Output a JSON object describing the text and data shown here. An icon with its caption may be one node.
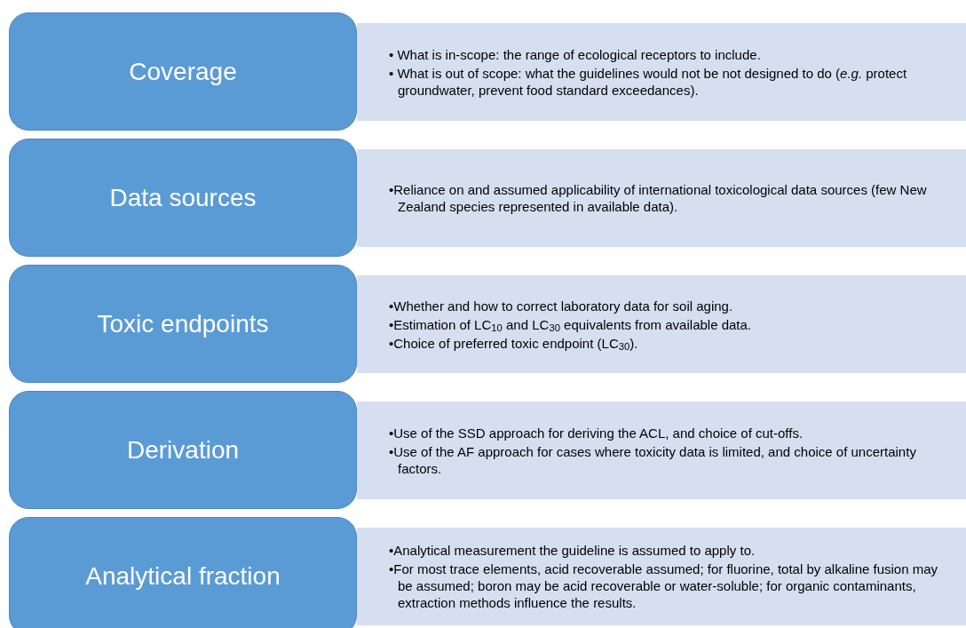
{
  "diagram": {
    "nodes": [
      {
        "text": [
          "Coverage"
        ]
      },
      {
        "text": [
          "• What is in-scope: the range of ecological receptors to include.",
          "• What is out of scope: what the guidelines would not be not designed to do (*e.g.* protect groundwater, prevent food standard exceedances)."
        ]
      },
      {
        "text": [
          "Data sources"
        ]
      },
      {
        "text": [
          "•Reliance on and assumed applicability of international toxicological data sources (few New Zealand species represented in available data)."
        ]
      },
      {
        "text": [
          "Toxic endpoints"
        ]
      },
      {
        "text": [
          "•Whether and how to correct laboratory data for soil aging.",
          "•Estimation of LC$_{10}$ and LC$_{30}$ equivalents from available data.",
          "•Choice of preferred toxic endpoint (LC$_{30}$)."
        ]
      },
      {
        "text": [
          "Derivation"
        ]
      },
      {
        "text": [
          "•Use of the SSD approach for deriving the ACL, and choice of cut-offs.",
          "•Use of the AF approach for cases where toxicity data is limited, and choice of uncertainty factors."
        ]
      },
      {
        "text": [
          "Analytical fraction"
        ]
      },
      {
        "text": [
          "•Analytical measurement the guideline is assumed to apply to.",
          "•For most trace elements, acid recoverable assumed; for fluorine, total by alkaline fusion may be assumed; boron may be acid recoverable or water-soluble; for organic contaminants, extraction methods influence the results."
        ]
      }
    ]
  }
}
